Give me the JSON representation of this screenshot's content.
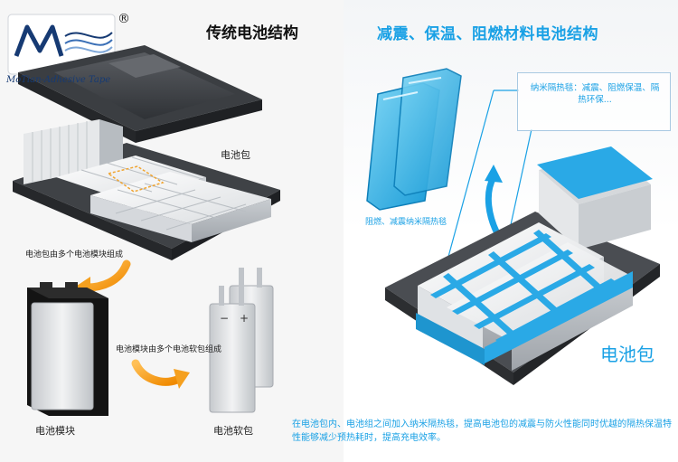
{
  "brand": {
    "name": "MoTian-Adhesive Tape",
    "registered": "®"
  },
  "left_panel": {
    "title": "传统电池结构",
    "labels": {
      "battery_pack": "电池包",
      "pack_from_modules": "电池包由多个电池模块组成",
      "module_from_cells": "电池模块由多个电池软包组成",
      "battery_module": "电池模块",
      "soft_pack": "电池软包"
    }
  },
  "right_panel": {
    "title": "减震、保温、阻燃材料电池结构",
    "callout": "纳米隔热毯：减震、阻燃保温、隔热环保...",
    "felt_caption": "阻燃、减震纳米隔热毯",
    "battery_pack": "电池包",
    "footer": "在电池包内、电池组之间加入纳米隔热毯，提高电池包的减震与防火性能同时优越的隔热保温特性能够减少预热耗时，提高充电效率。"
  },
  "colors": {
    "accent_blue": "#1aa1e5",
    "brand_navy": "#163a73",
    "arrow_orange": "#f5a01f"
  }
}
